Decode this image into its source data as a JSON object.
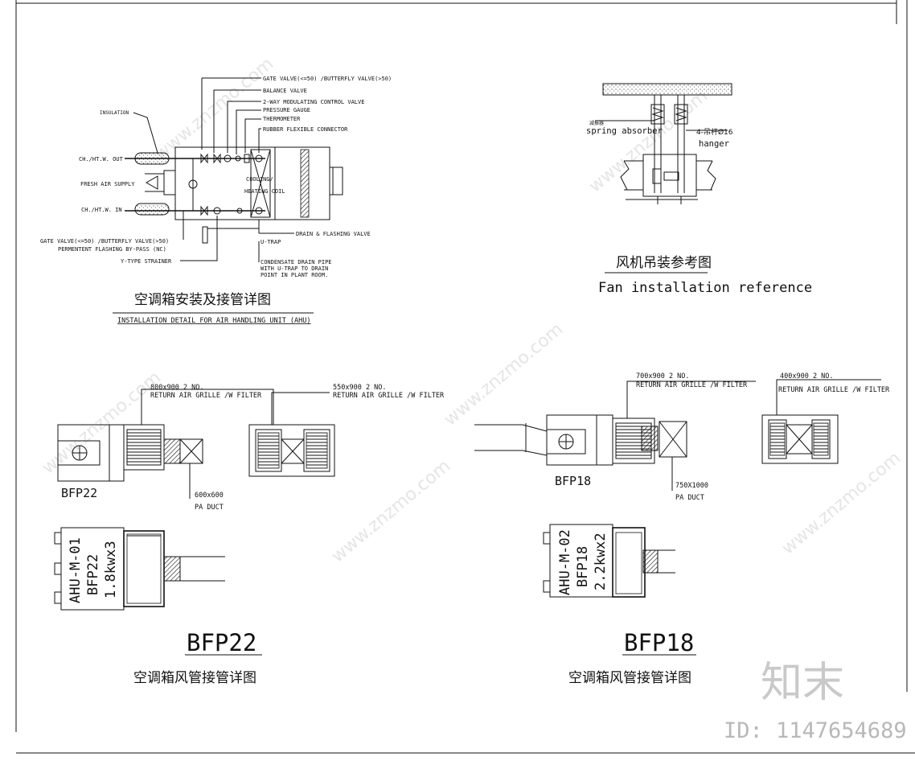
{
  "ahu_detail": {
    "labels": {
      "gate_valve_top": "GATE VALVE(<=50) /BUTTERFLY VALVE(>50)",
      "balance_valve": "BALANCE VALVE",
      "modulating_valve": "2-WAY MODULATING CONTROL VALVE",
      "pressure_gauge": "PRESSURE GAUGE",
      "thermometer": "THERMOMETER",
      "rubber_connector": "RUBBER FLEXIBLE CONNECTOR",
      "insulation": "INSULATION",
      "ch_out": "CH./HT.W. OUT",
      "fresh_air": "FRESH AIR SUPPLY",
      "ch_in": "CH./HT.W. IN",
      "cooling": "COOLING/",
      "heating_coil": "HEATING COIL",
      "drain_valve": "DRAIN & FLASHING VALVE",
      "u_trap": "U-TRAP",
      "gate_valve_bottom": "GATE VALVE(<=50) /BUTTERFLY VALVE(>50)",
      "bypass": "PERMENTENT FLASHING BY-PASS (NC)",
      "strainer": "Y-TYPE STRAINER",
      "condensate_1": "CONDENSATE DRAIN PIPE",
      "condensate_2": "WITH U-TRAP TO DRAIN",
      "condensate_3": "POINT IN PLANT ROOM."
    },
    "title_cn": "空调箱安装及接管详图",
    "title_en": "INSTALLATION DETAIL FOR  AIR HANDLING UNIT (AHU)"
  },
  "fan_detail": {
    "spring_small": "减振器",
    "spring_absorber": "spring absorber",
    "hanger_spec": "4-吊杆Ø16",
    "hanger": "hanger",
    "title_cn": "风机吊装参考图",
    "title_en": "Fan installation reference"
  },
  "bfp22": {
    "grille1_1": "800x900  2 NO.",
    "grille1_2": "RETURN AIR GRILLE /W FILTER",
    "grille2_1": "550x900  2 NO.",
    "grille2_2": "RETURN AIR GRILLE /W FILTER",
    "unit_label": "BFP22",
    "duct_1": "600x600",
    "duct_2": "PA DUCT",
    "tag_1": "AHU-M-01",
    "tag_2": "BFP22",
    "tag_3": "1.8kwx3",
    "big_title": "BFP22",
    "title_cn": "空调箱风管接管详图"
  },
  "bfp18": {
    "grille1_1": "700x900  2 NO.",
    "grille1_2": "RETURN AIR GRILLE /W FILTER",
    "grille2_1": "400x900  2 NO.",
    "grille2_2": "RETURN AIR GRILLE /W FILTER",
    "unit_label": "BFP18",
    "duct_1": "750X1000",
    "duct_2": "PA DUCT",
    "tag_1": "AHU-M-02",
    "tag_2": "BFP18",
    "tag_3": "2.2kwx2",
    "big_title": "BFP18",
    "title_cn": "空调箱风管接管详图"
  },
  "watermark": {
    "logo": "知末",
    "id_text": "ID: 1147654689"
  }
}
